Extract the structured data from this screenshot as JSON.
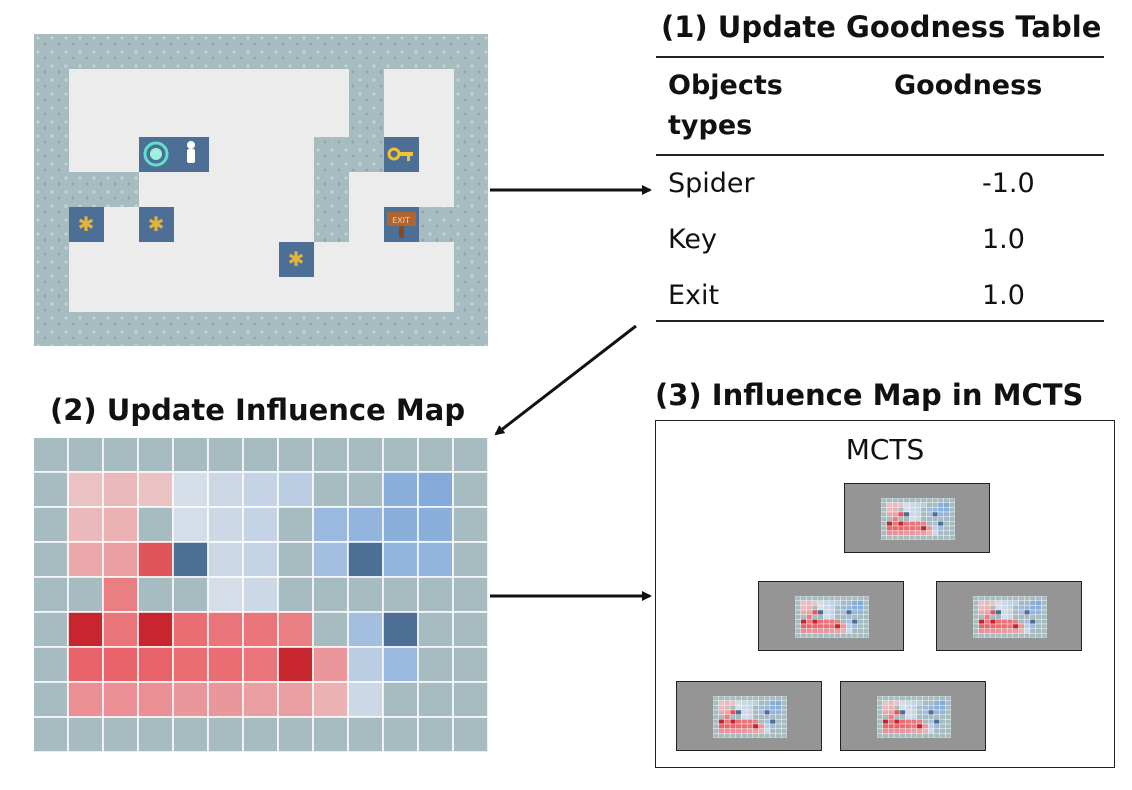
{
  "headings": {
    "goodness": "(1) Update Goodness Table",
    "influence": "(2) Update Influence Map",
    "mcts": "(3) Influence Map in MCTS"
  },
  "goodness_table": {
    "col_objects": "Objects types",
    "col_objects_line1": "Objects",
    "col_objects_line2": "types",
    "col_goodness": "Goodness",
    "rows": [
      {
        "object": "Spider",
        "goodness": "-1.0"
      },
      {
        "object": "Key",
        "goodness": "1.0"
      },
      {
        "object": "Exit",
        "goodness": "1.0"
      }
    ]
  },
  "mcts_box": {
    "title": "MCTS"
  },
  "game": {
    "exit_sign": "EXIT"
  },
  "colors": {
    "wall": "#a6bcc0",
    "floor": "#ececec",
    "object_tile": "#4d6f96",
    "negative": "#e8424a",
    "positive": "#4a86cf",
    "node_fill": "#959595"
  },
  "icons": [
    "player-icon",
    "key-icon",
    "exit-icon",
    "spider-icon",
    "portal-icon"
  ]
}
